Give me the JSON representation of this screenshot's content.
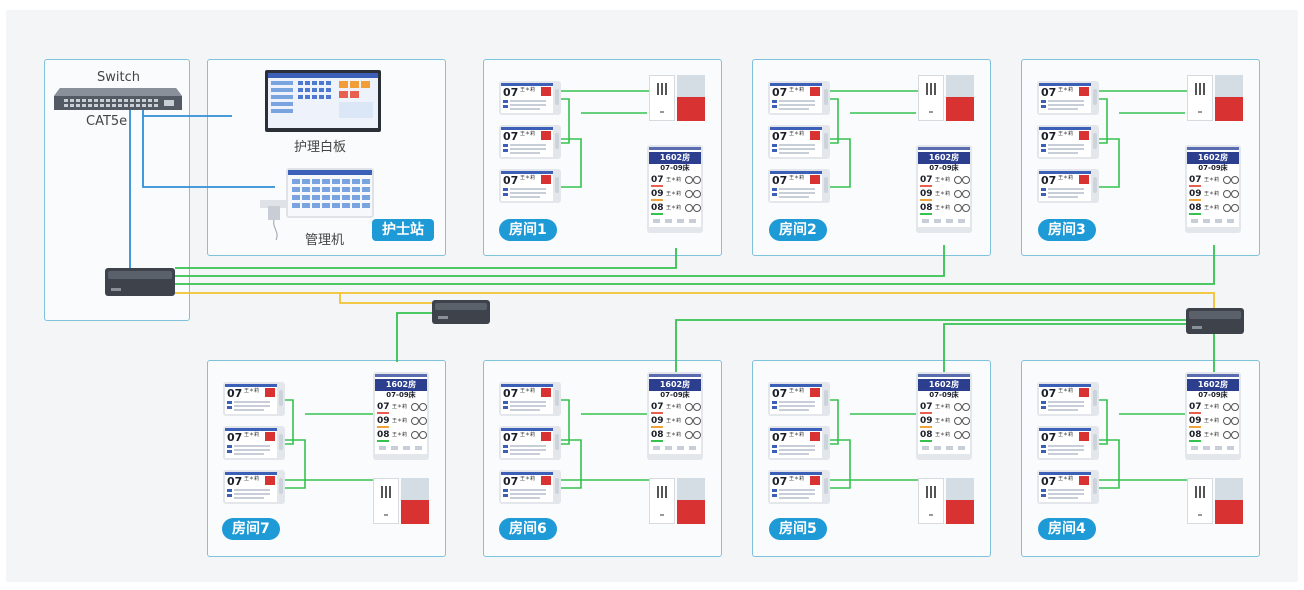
{
  "network": {
    "switch_label": "Switch",
    "cable_label": "CAT5e"
  },
  "nurse_station": {
    "tag": "护士站",
    "whiteboard_label": "护理白板",
    "manager_label": "管理机"
  },
  "rooms": [
    {
      "label": "房间1"
    },
    {
      "label": "房间2"
    },
    {
      "label": "房间3"
    },
    {
      "label": "房间4"
    },
    {
      "label": "房间5"
    },
    {
      "label": "房间6"
    },
    {
      "label": "房间7"
    }
  ],
  "bed_terminal": {
    "bed_number": "07",
    "name": "王＊莉"
  },
  "door_display": {
    "room_no": "1602房",
    "bed_range": "07-09床",
    "beds": [
      {
        "no": "07",
        "name": "王＊莉"
      },
      {
        "no": "09",
        "name": "王＊莉"
      },
      {
        "no": "08",
        "name": "王＊莉"
      }
    ]
  },
  "colors": {
    "panel_border": "#7fc2dc",
    "tag_blue": "#1e9ad6",
    "wire_blue": "#2f8fd6",
    "wire_green": "#35c24f",
    "wire_yellow": "#f2c230",
    "display_header": "#2c3f8f",
    "alarm_red": "#d93232"
  },
  "icons": {
    "switch": "network-switch-icon",
    "hub": "controller-hub-icon",
    "monitor": "whiteboard-monitor-icon",
    "manager": "manager-console-icon",
    "bed_terminal": "bed-terminal-icon",
    "door_display": "door-display-icon",
    "bathroom_alarm": "bathroom-alarm-icon"
  }
}
